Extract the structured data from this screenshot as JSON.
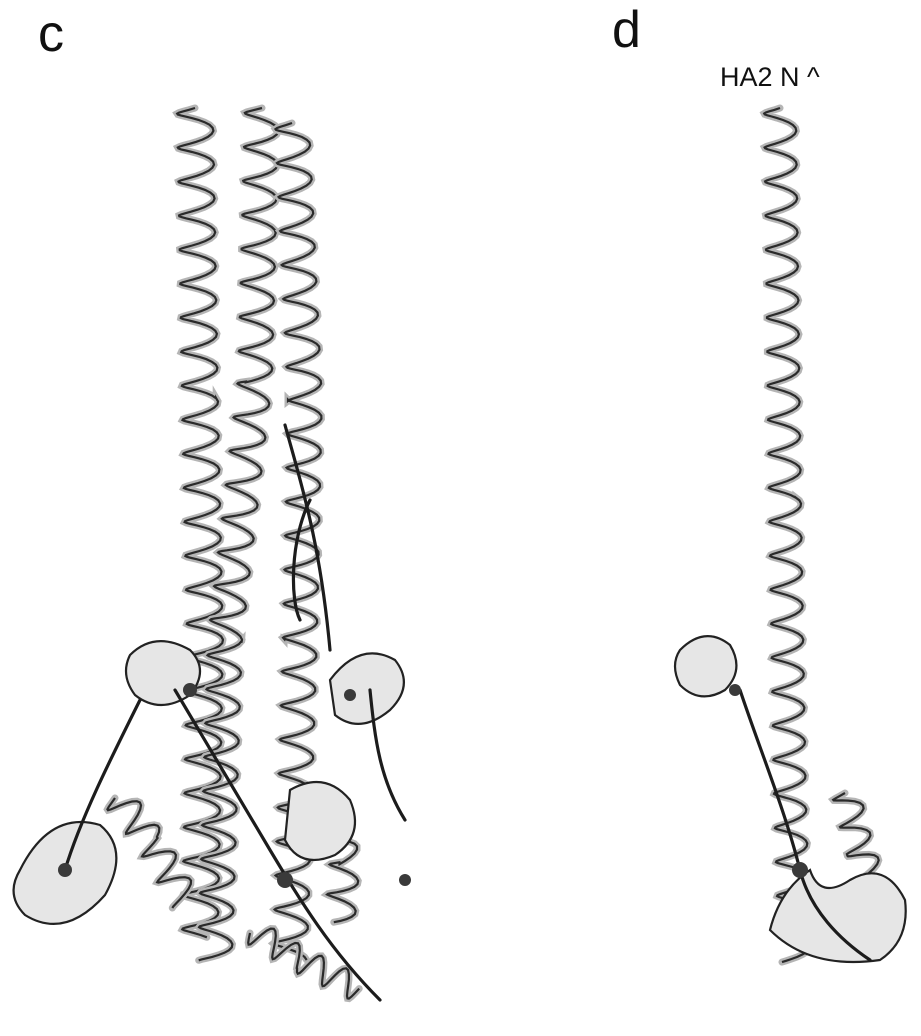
{
  "panels": {
    "left": {
      "letter": "c"
    },
    "right": {
      "letter": "d",
      "terminus_label": "HA2 N ^"
    }
  }
}
